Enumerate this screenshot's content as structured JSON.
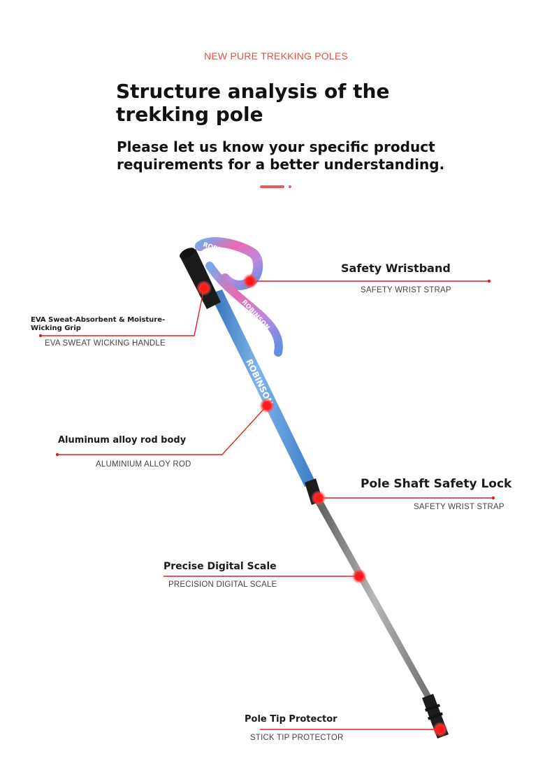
{
  "header": {
    "tag": "NEW PURE TREKKING POLES",
    "title": "Structure analysis of the trekking pole",
    "subtitle": "Please let us know your specific product requirements for a better understanding."
  },
  "colors": {
    "accent": "#d9534f",
    "callout_line": "#e02020",
    "pole_blue": "#4a8fd8",
    "pole_grey": "#7a7a7a"
  },
  "wristband_print": {
    "upper": "ROBINSON",
    "lower": "ROBINSON",
    "shaft": "ROBINSON"
  },
  "callouts": {
    "wristband": {
      "title": "Safety Wristband",
      "subtitle": "SAFETY WRIST STRAP"
    },
    "grip": {
      "title": "EVA Sweat-Absorbent & Moisture-Wicking Grip",
      "subtitle": "EVA SWEAT WICKING HANDLE"
    },
    "rod": {
      "title": "Aluminum alloy rod body",
      "subtitle": "ALUMINIUM ALLOY ROD"
    },
    "lock": {
      "title": "Pole Shaft Safety Lock",
      "subtitle": "SAFETY WRIST STRAP"
    },
    "scale": {
      "title": "Precise Digital Scale",
      "subtitle": "PRECISION DIGITAL SCALE"
    },
    "tip": {
      "title": "Pole Tip Protector",
      "subtitle": "STICK TIP PROTECTOR"
    }
  }
}
